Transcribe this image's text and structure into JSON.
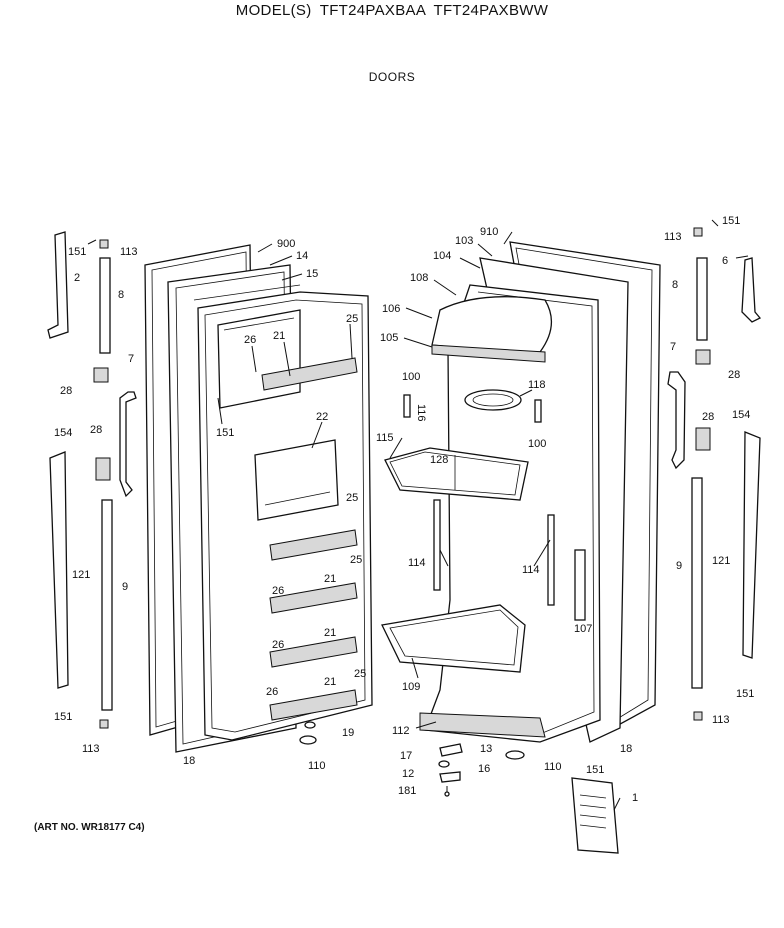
{
  "header": {
    "model_title": "MODEL(S) TFT24PAXBAA TFT24PAXBWW",
    "section_title": "DOORS"
  },
  "footer": {
    "art_number": "(ART NO. WR18177 C4)"
  },
  "callouts": [
    {
      "id": "c-151-tl",
      "text": "151"
    },
    {
      "id": "c-113-tl",
      "text": "113"
    },
    {
      "id": "c-900",
      "text": "900"
    },
    {
      "id": "c-14",
      "text": "14"
    },
    {
      "id": "c-15",
      "text": "15"
    },
    {
      "id": "c-2",
      "text": "2"
    },
    {
      "id": "c-8-l",
      "text": "8"
    },
    {
      "id": "c-7-l",
      "text": "7"
    },
    {
      "id": "c-28-l1",
      "text": "28"
    },
    {
      "id": "c-26-a",
      "text": "26"
    },
    {
      "id": "c-21-a",
      "text": "21"
    },
    {
      "id": "c-25-a",
      "text": "25"
    },
    {
      "id": "c-151-l",
      "text": "151"
    },
    {
      "id": "c-22",
      "text": "22"
    },
    {
      "id": "c-154-l",
      "text": "154"
    },
    {
      "id": "c-28-l2",
      "text": "28"
    },
    {
      "id": "c-25-b",
      "text": "25"
    },
    {
      "id": "c-121-l",
      "text": "121"
    },
    {
      "id": "c-9-l",
      "text": "9"
    },
    {
      "id": "c-26-b",
      "text": "26"
    },
    {
      "id": "c-21-b",
      "text": "21"
    },
    {
      "id": "c-25-c",
      "text": "25"
    },
    {
      "id": "c-26-c",
      "text": "26"
    },
    {
      "id": "c-21-c",
      "text": "21"
    },
    {
      "id": "c-25-d",
      "text": "25"
    },
    {
      "id": "c-26-d",
      "text": "26"
    },
    {
      "id": "c-21-d",
      "text": "21"
    },
    {
      "id": "c-151-bl",
      "text": "151"
    },
    {
      "id": "c-113-bl",
      "text": "113"
    },
    {
      "id": "c-18-l",
      "text": "18"
    },
    {
      "id": "c-19",
      "text": "19"
    },
    {
      "id": "c-110-l",
      "text": "110"
    },
    {
      "id": "c-910",
      "text": "910"
    },
    {
      "id": "c-103",
      "text": "103"
    },
    {
      "id": "c-104",
      "text": "104"
    },
    {
      "id": "c-108",
      "text": "108"
    },
    {
      "id": "c-106",
      "text": "106"
    },
    {
      "id": "c-105",
      "text": "105"
    },
    {
      "id": "c-100-a",
      "text": "100"
    },
    {
      "id": "c-118",
      "text": "118"
    },
    {
      "id": "c-116",
      "text": "116"
    },
    {
      "id": "c-115",
      "text": "115"
    },
    {
      "id": "c-128",
      "text": "128"
    },
    {
      "id": "c-100-b",
      "text": "100"
    },
    {
      "id": "c-114-a",
      "text": "114"
    },
    {
      "id": "c-114-b",
      "text": "114"
    },
    {
      "id": "c-107",
      "text": "107"
    },
    {
      "id": "c-109",
      "text": "109"
    },
    {
      "id": "c-112",
      "text": "112"
    },
    {
      "id": "c-17",
      "text": "17"
    },
    {
      "id": "c-13",
      "text": "13"
    },
    {
      "id": "c-12",
      "text": "12"
    },
    {
      "id": "c-16",
      "text": "16"
    },
    {
      "id": "c-181",
      "text": "181"
    },
    {
      "id": "c-110-r",
      "text": "110"
    },
    {
      "id": "c-151-br",
      "text": "151"
    },
    {
      "id": "c-18-r",
      "text": "18"
    },
    {
      "id": "c-1",
      "text": "1"
    },
    {
      "id": "c-113-tr",
      "text": "113"
    },
    {
      "id": "c-151-tr",
      "text": "151"
    },
    {
      "id": "c-6",
      "text": "6"
    },
    {
      "id": "c-8-r",
      "text": "8"
    },
    {
      "id": "c-7-r",
      "text": "7"
    },
    {
      "id": "c-28-r1",
      "text": "28"
    },
    {
      "id": "c-28-r2",
      "text": "28"
    },
    {
      "id": "c-154-r",
      "text": "154"
    },
    {
      "id": "c-9-r",
      "text": "9"
    },
    {
      "id": "c-121-r",
      "text": "121"
    },
    {
      "id": "c-151-r2",
      "text": "151"
    },
    {
      "id": "c-113-br",
      "text": "113"
    }
  ]
}
